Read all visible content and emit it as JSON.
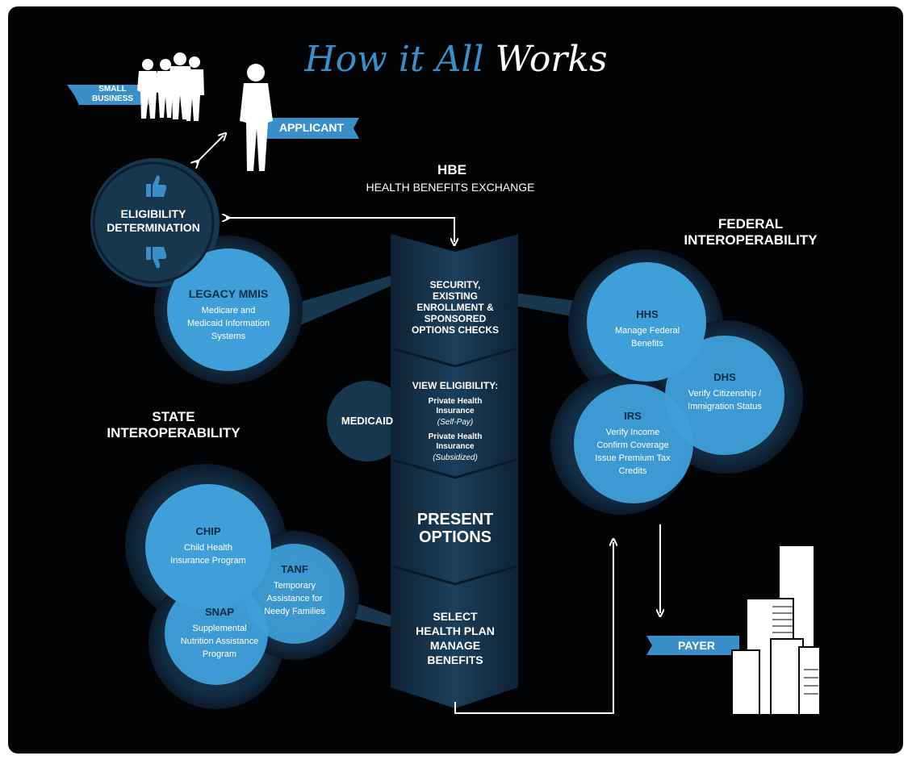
{
  "title": {
    "part1": "How it All",
    "part2": "Works"
  },
  "hbe": {
    "heading": "HBE",
    "subheading": "HEALTH BENEFITS EXCHANGE"
  },
  "federal_heading": "FEDERAL\nINTEROPERABILITY",
  "state_heading": "STATE\nINTEROPERABILITY",
  "tags": {
    "small_business": "SMALL\nBUSINESS",
    "applicant": "APPLICANT",
    "payer": "PAYER"
  },
  "eligibility": "ELIGIBILITY\nDETERMINATION",
  "legacy": {
    "title": "LEGACY MMIS",
    "desc": "Medicare and\nMedicaid Information\nSystems"
  },
  "medicaid": "MEDICAID",
  "chevron": {
    "security": "SECURITY,\nEXISTING\nENROLLMENT &\nSPONSORED\nOPTIONS CHECKS",
    "view_eligibility": "VIEW ELIGIBILITY:",
    "private1": "Private Health\nInsurance",
    "selfpay": "(Self-Pay)",
    "private2": "Private Health\nInsurance",
    "subsidized": "(Subsidized)",
    "present": "PRESENT\nOPTIONS",
    "select": "SELECT\nHEALTH PLAN\nMANAGE\nBENEFITS"
  },
  "federal": {
    "hhs": {
      "title": "HHS",
      "desc": "Manage Federal\nBenefits"
    },
    "dhs": {
      "title": "DHS",
      "desc": "Verify Citizenship /\nImmigration Status"
    },
    "irs": {
      "title": "IRS",
      "desc": "Verify Income\nConfirm Coverage\nIssue Premium Tax\nCredits"
    }
  },
  "state": {
    "chip": {
      "title": "CHIP",
      "desc": "Child Health\nInsurance Program"
    },
    "tanf": {
      "title": "TANF",
      "desc": "Temporary\nAssistance for\nNeedy Families"
    },
    "snap": {
      "title": "SNAP",
      "desc": "Supplemental\nNutrition Assistance\nProgram"
    }
  },
  "colors": {
    "accent": "#3a8fc8",
    "circle": "#3f9fd9",
    "navy": "#14344d",
    "background": "#020304"
  }
}
